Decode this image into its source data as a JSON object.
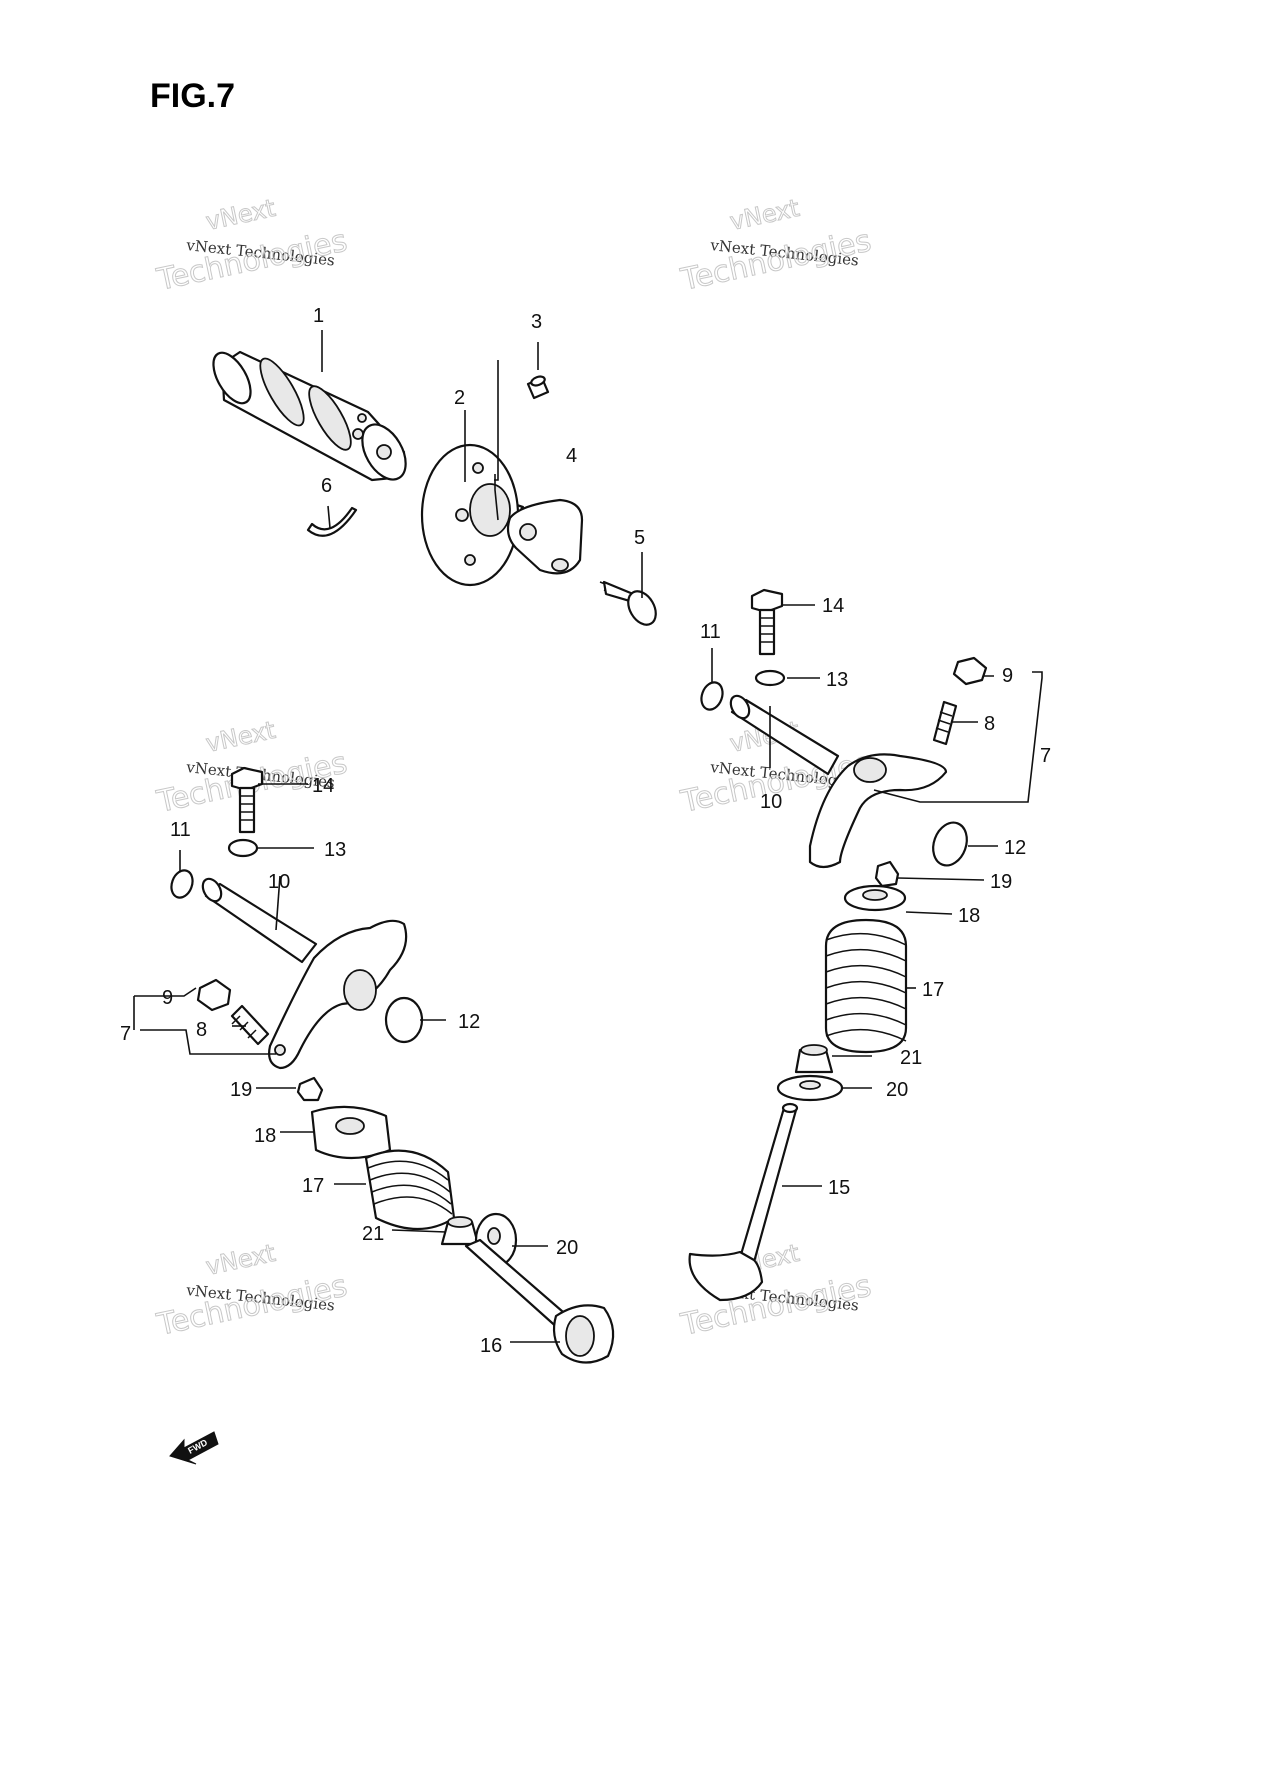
{
  "figure": {
    "title": "FIG.7",
    "fwd_label": "FWD"
  },
  "watermark": {
    "line1": "vNext Technologies",
    "line2": "Technologies",
    "line3": "vNext"
  },
  "callouts": {
    "c1": "1",
    "c2": "2",
    "c3": "3",
    "c4": "4",
    "c5": "5",
    "c6": "6",
    "c7a": "7",
    "c7b": "7",
    "c8a": "8",
    "c8b": "8",
    "c9a": "9",
    "c9b": "9",
    "c10a": "10",
    "c10b": "10",
    "c11a": "11",
    "c11b": "11",
    "c12a": "12",
    "c12b": "12",
    "c13a": "13",
    "c13b": "13",
    "c14a": "14",
    "c14b": "14",
    "c15": "15",
    "c16": "16",
    "c17a": "17",
    "c17b": "17",
    "c18a": "18",
    "c18b": "18",
    "c19a": "19",
    "c19b": "19",
    "c20a": "20",
    "c20b": "20",
    "c21a": "21",
    "c21b": "21"
  }
}
